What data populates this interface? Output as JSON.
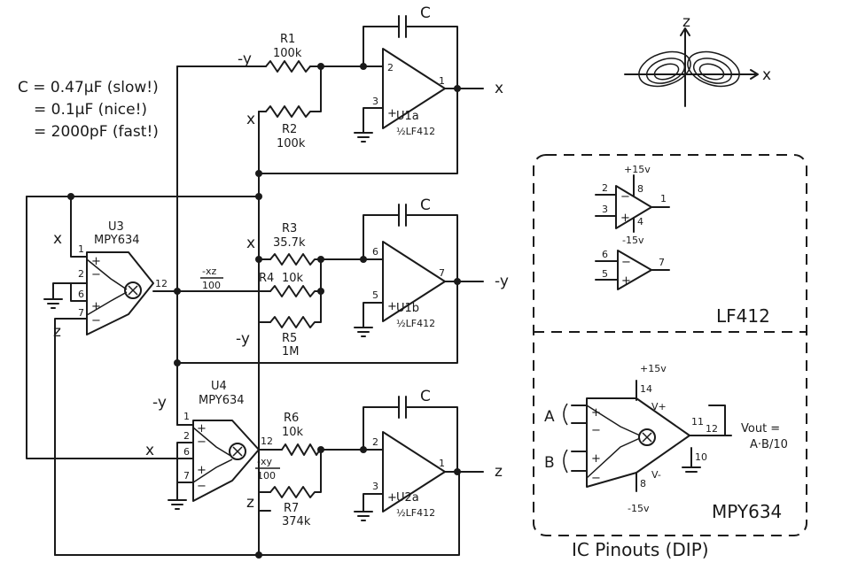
{
  "cap_note": {
    "line1": "C = 0.47μF (slow!)",
    "line2": "= 0.1μF (nice!)",
    "line3": "= 2000pF (fast!)"
  },
  "u1a": {
    "name": "U1a",
    "part": "½LF412",
    "cap": "C",
    "r1_name": "R1",
    "r1_val": "100k",
    "r2_name": "R2",
    "r2_val": "100k",
    "in_r1": "-y",
    "in_r2": "x",
    "out": "x",
    "pin_inv": "2",
    "pin_noninv": "3",
    "pin_out": "1"
  },
  "u1b": {
    "name": "U1b",
    "part": "½LF412",
    "cap": "C",
    "r3_name": "R3",
    "r3_val": "35.7k",
    "r4_name": "R4",
    "r4_val": "10k",
    "r5_name": "R5",
    "r5_val": "1M",
    "in_r3": "x",
    "in_r5": "-y",
    "out": "-y",
    "pin_inv": "6",
    "pin_noninv": "5",
    "pin_out": "7"
  },
  "u2a": {
    "name": "U2a",
    "part": "½LF412",
    "cap": "C",
    "r6_name": "R6",
    "r6_val": "10k",
    "r7_name": "R7",
    "r7_val": "374k",
    "in_r7": "z",
    "out": "z",
    "pin_inv": "2",
    "pin_noninv": "3",
    "pin_out": "1"
  },
  "u3": {
    "name": "U3",
    "part": "MPY634",
    "in1": "x",
    "in2": "z",
    "pin1": "1",
    "pin2": "2",
    "pin6": "6",
    "pin7": "7",
    "pin12": "12",
    "out_num": "-xz",
    "out_den": "100"
  },
  "u4": {
    "name": "U4",
    "part": "MPY634",
    "in1": "-y",
    "in2": "x",
    "pin1": "1",
    "pin2": "2",
    "pin6": "6",
    "pin7": "7",
    "pin12": "12",
    "out_num": "-xy",
    "out_den": "100"
  },
  "attractor": {
    "axis_z": "z",
    "axis_x": "x"
  },
  "lf412_box": {
    "label": "LF412",
    "vplus": "+15v",
    "vminus": "-15v",
    "p1": "1",
    "p2": "2",
    "p3": "3",
    "p4": "4",
    "p5": "5",
    "p6": "6",
    "p7": "7",
    "p8": "8"
  },
  "mpy_box": {
    "label": "MPY634",
    "vplus": "+15v",
    "vminus": "-15v",
    "p14": "14",
    "p8": "8",
    "p11": "11",
    "p12": "12",
    "p10": "10",
    "vplus_lbl": "V+",
    "vminus_lbl": "V-",
    "in_a": "A",
    "in_b": "B",
    "vout1": "Vout =",
    "vout2": "A·B/10"
  },
  "footer": "IC Pinouts (DIP)"
}
